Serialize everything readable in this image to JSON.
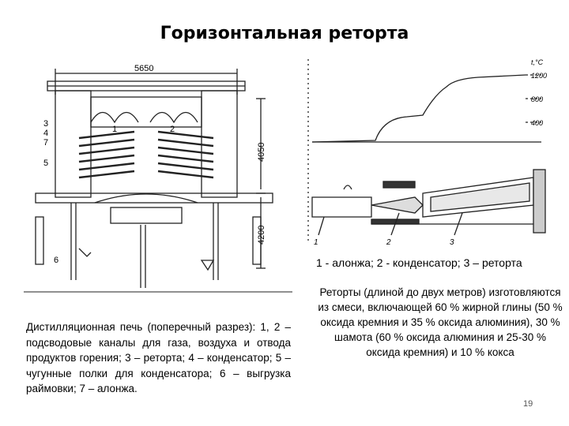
{
  "slide": {
    "title": "Горизонтальная реторта",
    "figure_left": {
      "dimensions": [
        "5650",
        "4050",
        "4200"
      ],
      "callouts": [
        "3",
        "4",
        "7",
        "5",
        "1",
        "2",
        "6"
      ]
    },
    "figure_right": {
      "scale_labels": [
        "t,°C",
        "1200",
        "800",
        "400"
      ],
      "callouts": [
        "1",
        "2",
        "3"
      ]
    },
    "right_caption": "1 - алонжа; 2 - конденсатор; 3 – реторта",
    "left_text": "Дистилляционная печь (поперечный разрез): 1, 2 – подсводовые каналы для газа, воздуха и отвода продуктов горения; 3 – реторта; 4 – конденсатор; 5 – чугунные полки для конденсатора; 6 – выгрузка раймовки; 7 – алонжа.",
    "right_text": "Реторты (длиной до двух метров) изготовляются из смеси, включающей 60 % жирной глины (50 % оксида кремния и 35 % оксида алюминия), 30 % шамота (60 % оксида алюминия и 25-30 % оксида кремния) и 10 % кокса",
    "page_number": "19"
  }
}
